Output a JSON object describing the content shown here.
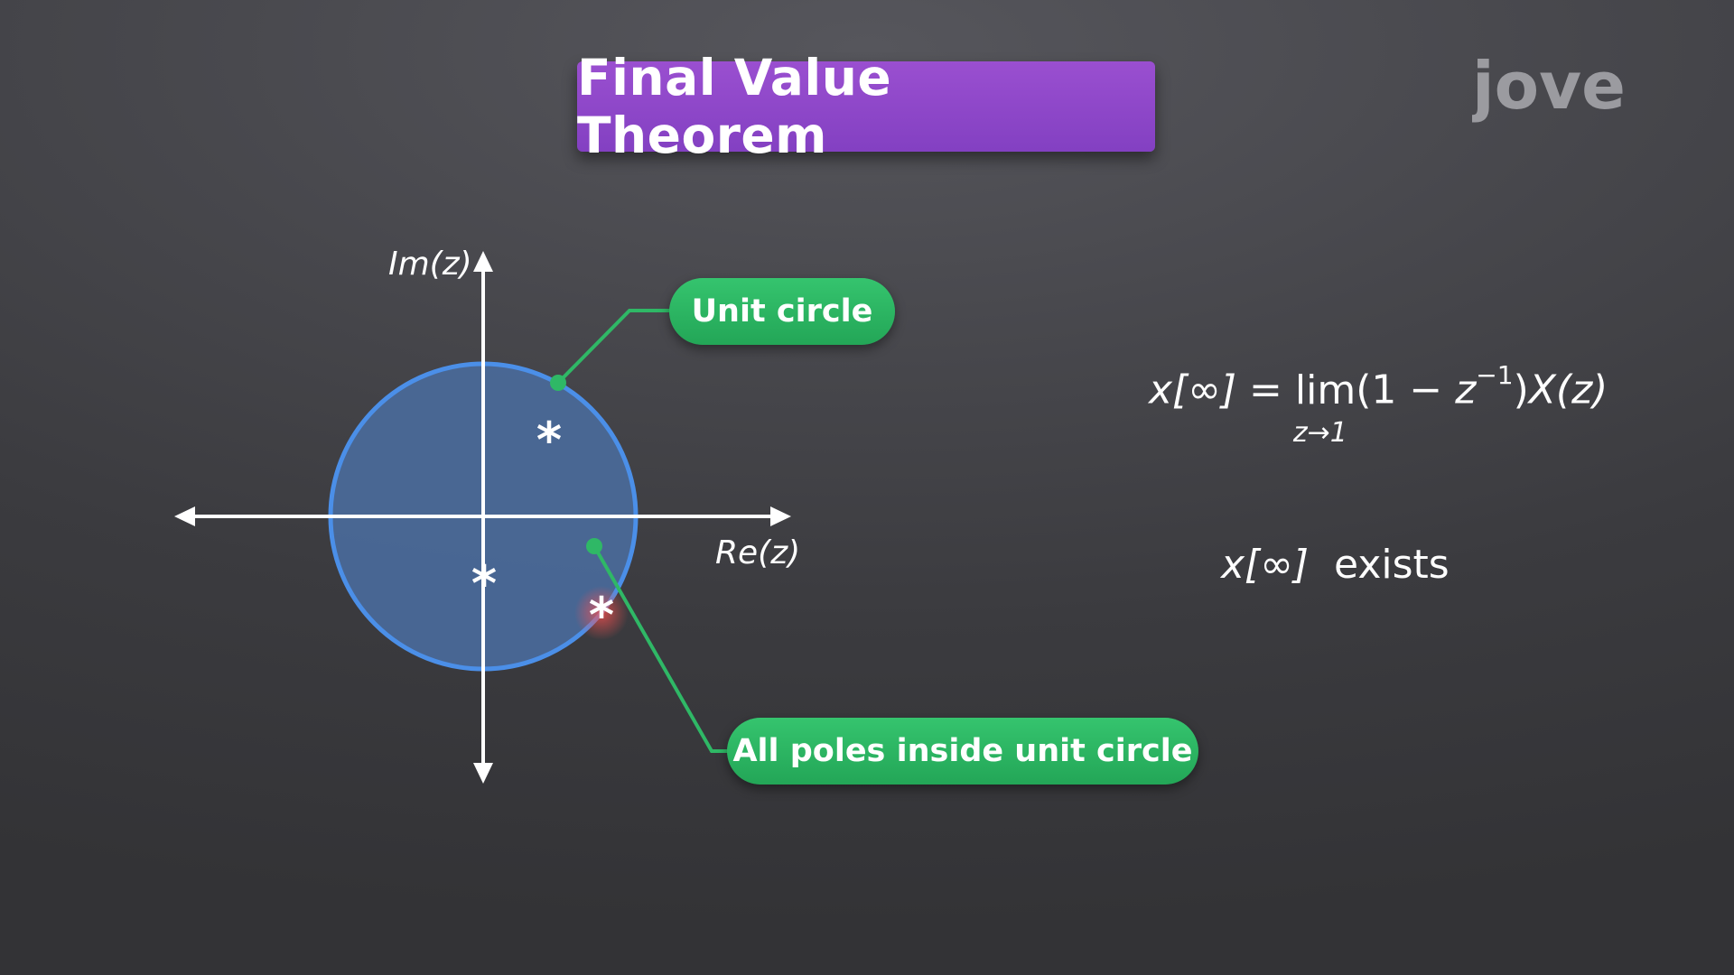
{
  "title": "Final Value Theorem",
  "logo": {
    "text": "jove",
    "icon": "jove-logo-icon"
  },
  "diagram": {
    "im_axis_label": "Im(z)",
    "re_axis_label": "Re(z)",
    "unit_circle_label": "Unit circle",
    "poles_label": "All poles inside unit circle",
    "pole_marker": "*",
    "colors": {
      "circle_fill": "#4a6a9a",
      "circle_stroke": "#4b8fe8",
      "callout": "#2fb866",
      "highlight_pole": "#ff4a4a"
    }
  },
  "formula": {
    "lhs": "x[∞]",
    "equals": " = ",
    "lim": "lim",
    "lim_sub": "z→1",
    "open": "(1 − ",
    "z": "z",
    "exp": "−1",
    "close": ")",
    "X": "X",
    "arg": "(z)"
  },
  "exists": {
    "var": "x[∞]",
    "word": "exists"
  }
}
